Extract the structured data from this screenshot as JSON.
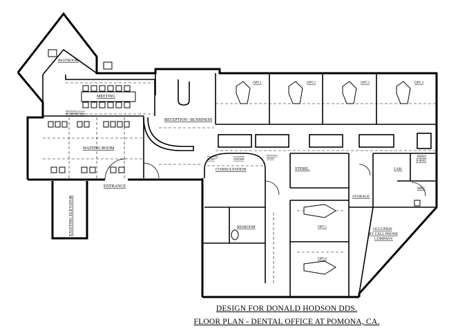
{
  "rooms": {
    "restroom_top": "RESTROOM",
    "meeting": "MEETING",
    "frosted_glass_logo_1": "FROSTED GLASS",
    "frosted_glass_logo_2": "W/ OFFICE LOGO",
    "reception": "RECEPTION / BUSSINESS",
    "waiting_room": "WAITING ROOM",
    "entrance": "ENTRANCE",
    "existing_elevator": "EXISTING ELEVATOR",
    "opt1": "OPT.1",
    "opt2": "OPT.2",
    "opt3": "OPT.3",
    "opt4": "OPT.4",
    "opt5": "OPT.5",
    "opt6": "OPT.6",
    "frosted_glass_left_1": "FROSTED",
    "frosted_glass_left_2": "GLASS",
    "existing_column_1": "EXISTING",
    "existing_column_2": "COLUMN",
    "frosted_glass_right_1": "FROSTED",
    "frosted_glass_right_2": "GLASS",
    "consultation": "CONSULTATION",
    "steril": "STERIL.",
    "storage": "STORAGE",
    "lab": "LAB.",
    "pano_xray_1": "PANO",
    "pano_xray_2": "X-RAY",
    "mec": "MEC",
    "restroom_lower": "RESROOM",
    "occupied_1": "OCCUPIED",
    "occupied_2": "BY CELL PHONE",
    "occupied_3": "COMPANY"
  },
  "title": {
    "line1": "DESIGN FOR DONALD HODSON DDS.",
    "line2": "FLOOR PLAN - DENTAL OFFICE AT POMONA, CA."
  }
}
